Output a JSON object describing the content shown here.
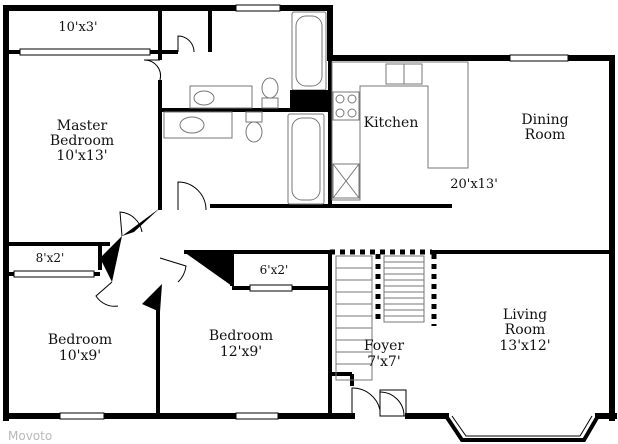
{
  "rooms": {
    "closet_top": {
      "dim": "10'x3'"
    },
    "master": {
      "name1": "Master",
      "name2": "Bedroom",
      "dim": "10'x13'"
    },
    "kitchen": {
      "name": "Kitchen"
    },
    "dining": {
      "name1": "Dining",
      "name2": "Room",
      "dim": "20'x13'"
    },
    "closet_left": {
      "dim": "8'x2'"
    },
    "closet_mid": {
      "dim": "6'x2'"
    },
    "bedroom_left": {
      "name": "Bedroom",
      "dim": "10'x9'"
    },
    "bedroom_mid": {
      "name": "Bedroom",
      "dim": "12'x9'"
    },
    "foyer": {
      "name": "Foyer",
      "dim": "7'x7'"
    },
    "living": {
      "name1": "Living",
      "name2": "Room",
      "dim": "13'x12'"
    }
  },
  "watermark": "Movoto",
  "colors": {
    "wall": "#000000",
    "fixture": "#777777",
    "background": "#ffffff"
  }
}
